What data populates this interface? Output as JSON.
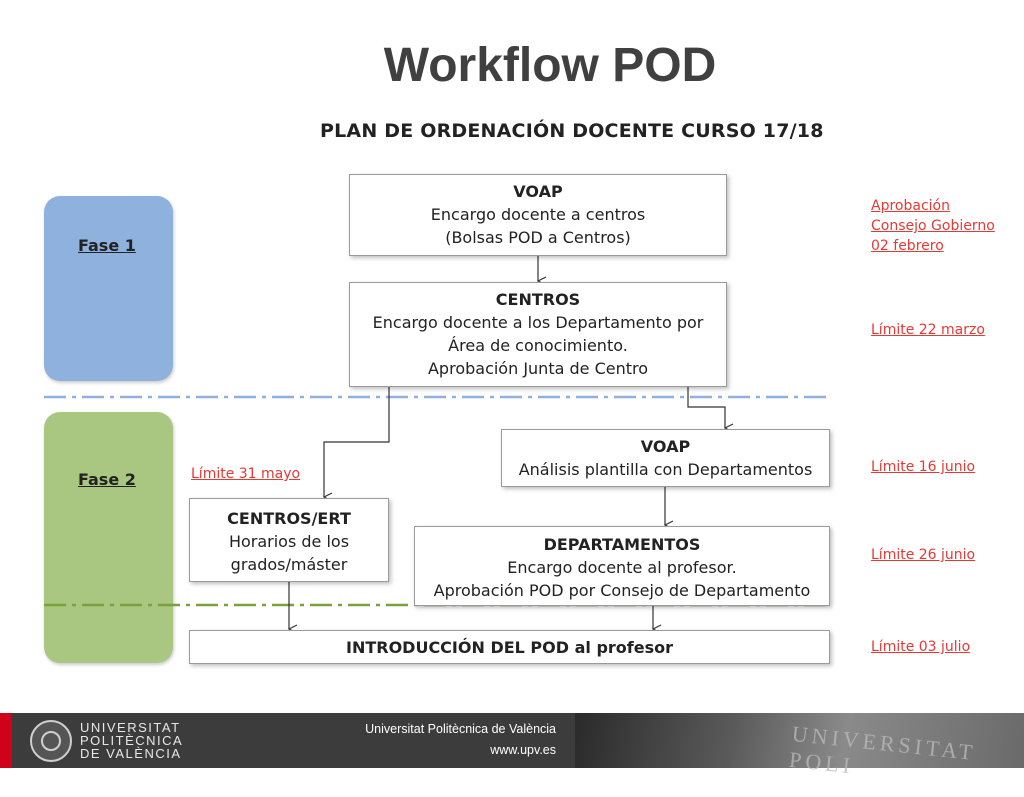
{
  "slide_title": "Workflow POD",
  "plan_title": "PLAN DE ORDENACIÓN DOCENTE CURSO 17/18",
  "phases": [
    {
      "label": "Fase 1",
      "color": "#8eb1de"
    },
    {
      "label": "Fase 2",
      "color": "#a9c781"
    }
  ],
  "boxes": {
    "voap1": {
      "title": "VOAP",
      "lines": [
        "Encargo docente a centros",
        "(Bolsas POD a Centros)"
      ]
    },
    "centros": {
      "title": "CENTROS",
      "lines": [
        "Encargo docente a los Departamento por",
        "Área de conocimiento.",
        "Aprobación Junta de Centro"
      ]
    },
    "voap2": {
      "title": "VOAP",
      "lines": [
        "Análisis plantilla con Departamentos"
      ]
    },
    "centros_ert": {
      "title": "CENTROS/ERT",
      "lines": [
        "Horarios de los",
        "grados/máster"
      ]
    },
    "departamentos": {
      "title": "DEPARTAMENTOS",
      "lines": [
        "Encargo docente al profesor.",
        "Aprobación POD por Consejo de Departamento"
      ]
    },
    "intro": {
      "title": "INTRODUCCIÓN DEL  POD al profesor"
    }
  },
  "annotations": {
    "aprobacion": [
      "Aprobación",
      "Consejo Gobierno",
      "02 febrero"
    ],
    "limite_marzo": "Límite 22 marzo",
    "limite_16_junio": "Límite 16 junio",
    "limite_26_junio": "Límite 26 junio",
    "limite_julio": "Límite 03 julio",
    "limite_mayo": "Límite 31 mayo"
  },
  "colors": {
    "annotation_red": "#e53935",
    "phase_divider_blue": "#8eb1de",
    "phase_divider_green": "#7aa13a",
    "footer_bg": "#3c3c3c"
  },
  "footer": {
    "university_lines": [
      "UNIVERSITAT",
      "POLITÈCNICA",
      "DE VALÈNCIA"
    ],
    "info_name": "Universitat Politècnica de València",
    "info_url": "www.upv.es",
    "stone_text": "UNIVERSITAT POLI"
  }
}
